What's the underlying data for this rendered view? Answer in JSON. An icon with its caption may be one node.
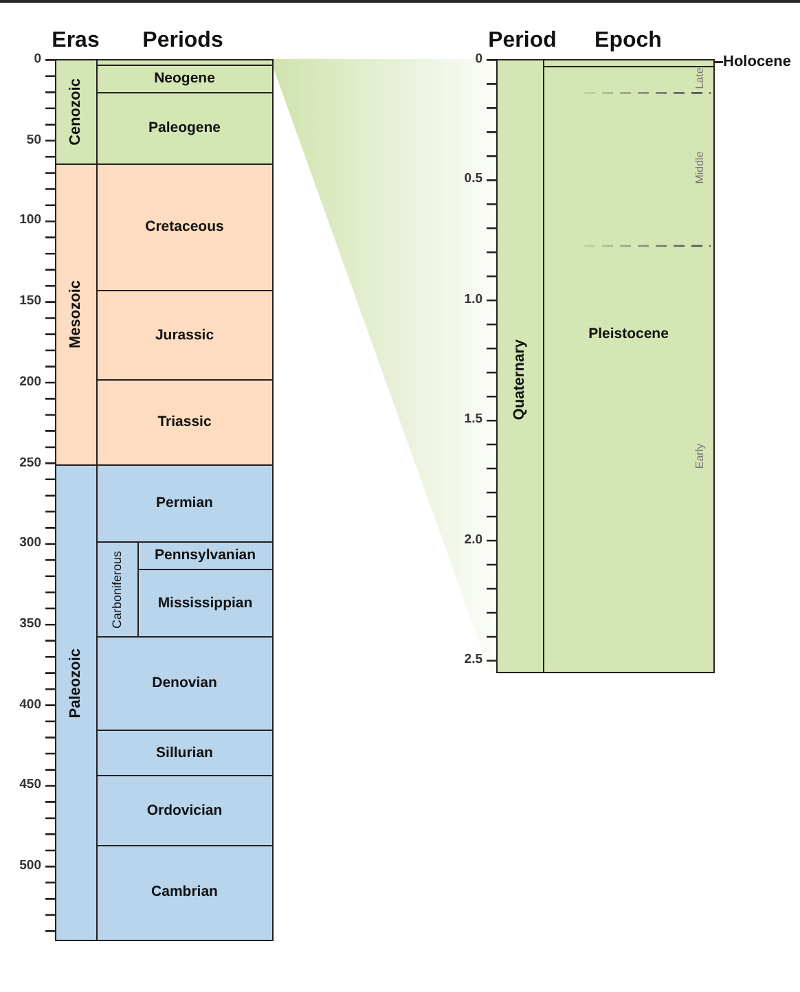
{
  "diagram": {
    "nodes": [
      {
        "text": [
          "Cenozoic"
        ]
      },
      {
        "text": [
          "Mesozoic"
        ]
      },
      {
        "text": [
          "Paleozoic"
        ]
      },
      {
        "text": [],
        "shape": "box"
      },
      {
        "text": [
          "Neogene"
        ]
      },
      {
        "text": [
          "Paleogene"
        ]
      },
      {
        "text": [
          "Cretaceous"
        ]
      },
      {
        "text": [
          "Jurassic"
        ]
      },
      {
        "text": [
          "Triassic"
        ]
      },
      {
        "text": [
          "Permian"
        ]
      },
      {
        "text": [
          "Carboniferous"
        ]
      },
      {
        "text": [
          "Pennsylvanian"
        ]
      },
      {
        "text": [
          "Mississippian"
        ]
      },
      {
        "text": [
          "Denovian"
        ]
      },
      {
        "text": [
          "Sillurian"
        ]
      },
      {
        "text": [
          "Ordovician"
        ]
      },
      {
        "text": [
          "Cambrian"
        ]
      },
      {
        "text": [
          "Quaternary"
        ]
      },
      {
        "text": [],
        "shape": "box"
      },
      {
        "text": [
          "Pleistocene"
        ]
      },
      {
        "text": [
          "Holocene"
        ]
      }
    ],
    "edges": [
      {
        "from": 20,
        "to": 18,
        "arrow": "none"
      }
    ],
    "labels": [
      "Eras",
      "Periods",
      "Period",
      "Epoch",
      "0",
      "50",
      "100",
      "150",
      "200",
      "250",
      "300",
      "350",
      "400",
      "450",
      "500",
      "0",
      "0.5",
      "1.0",
      "1.5",
      "2.0",
      "2.5",
      "Late",
      "Middle",
      "Early"
    ]
  }
}
